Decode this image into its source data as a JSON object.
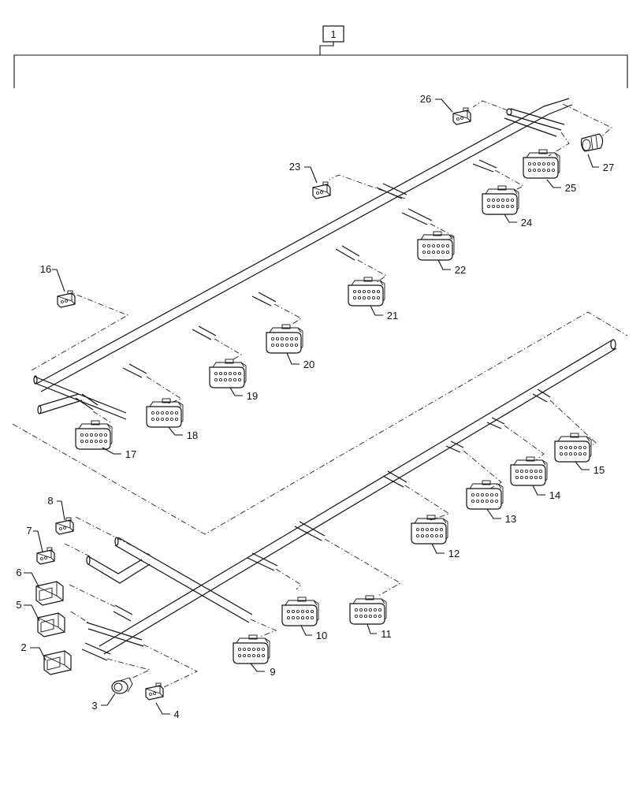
{
  "assembly_label": "1",
  "callouts": [
    "2",
    "3",
    "4",
    "5",
    "6",
    "7",
    "8",
    "9",
    "10",
    "11",
    "12",
    "13",
    "14",
    "15",
    "16",
    "17",
    "18",
    "19",
    "20",
    "21",
    "22",
    "23",
    "24",
    "25",
    "26",
    "27"
  ]
}
